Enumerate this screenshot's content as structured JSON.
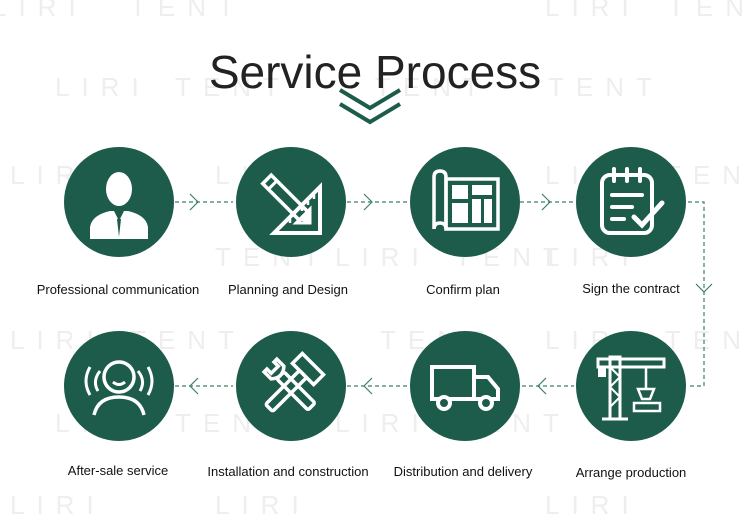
{
  "title": "Service Process",
  "watermark": [
    "LIRI",
    "TENT"
  ],
  "brand_color": "#1d5c4b",
  "steps": [
    {
      "label": "Professional communication",
      "icon": "businessman-icon"
    },
    {
      "label": "Planning and Design",
      "icon": "pencil-ruler-icon"
    },
    {
      "label": "Confirm plan",
      "icon": "blueprint-icon"
    },
    {
      "label": "Sign the contract",
      "icon": "contract-checklist-icon"
    },
    {
      "label": "Arrange production",
      "icon": "crane-icon"
    },
    {
      "label": "Distribution and delivery",
      "icon": "truck-icon"
    },
    {
      "label": "Installation and construction",
      "icon": "hammer-wrench-icon"
    },
    {
      "label": "After-sale service",
      "icon": "support-person-icon"
    }
  ]
}
